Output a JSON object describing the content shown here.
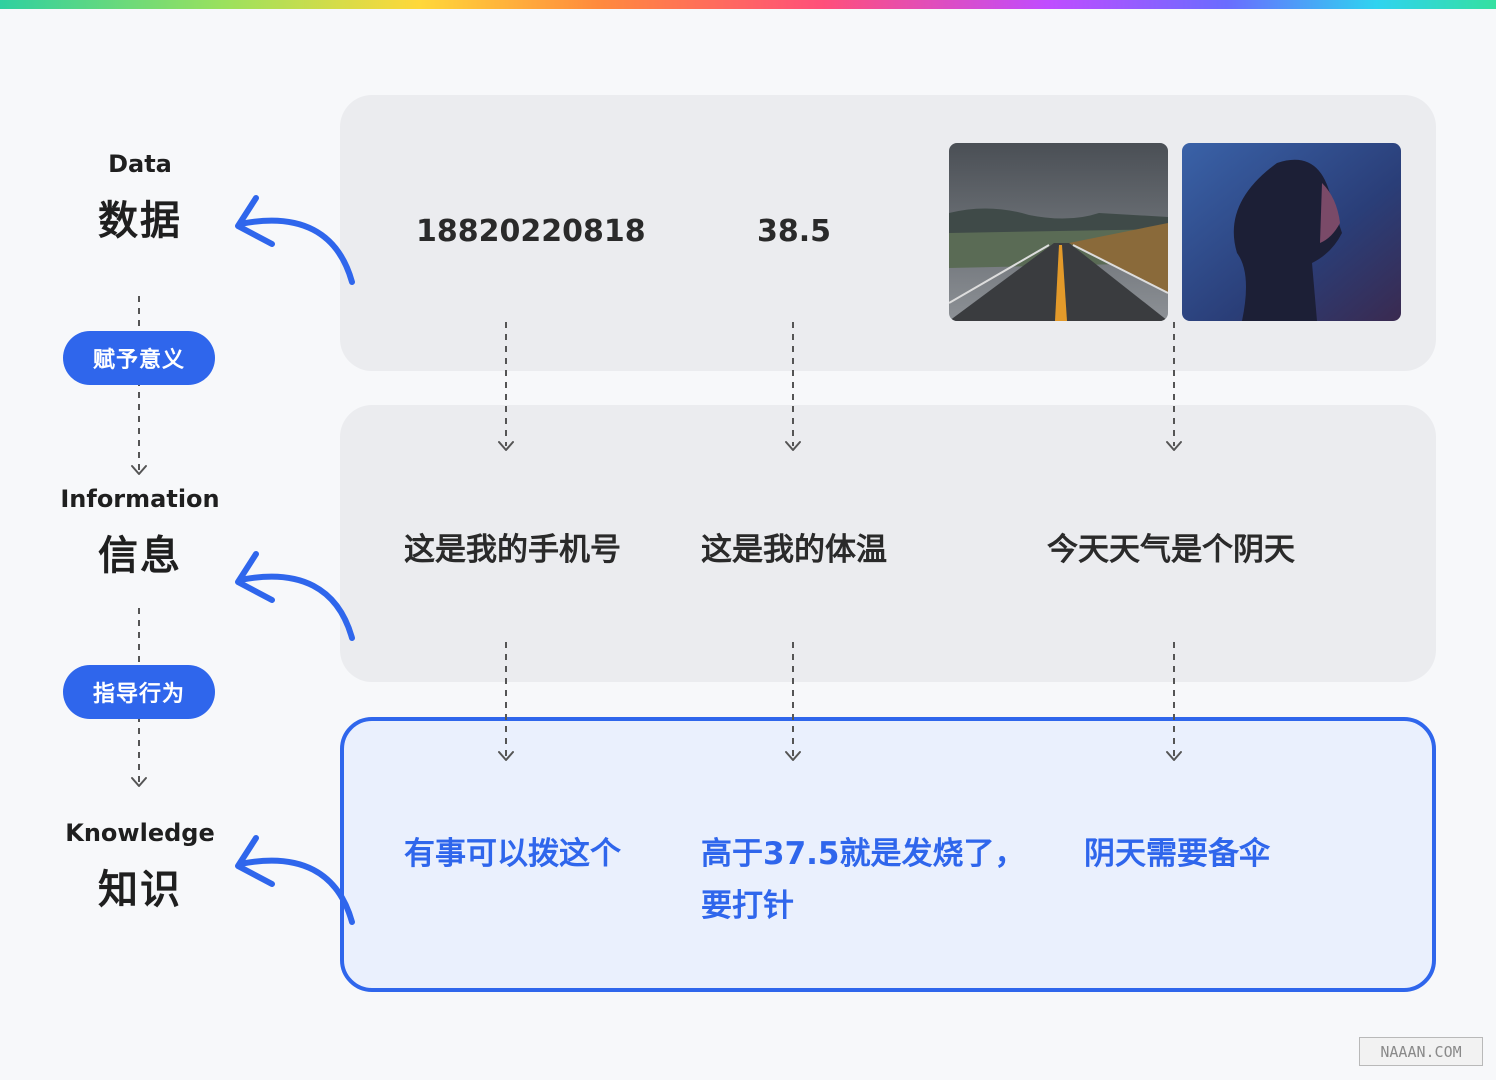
{
  "levels": {
    "data": {
      "en": "Data",
      "zh": "数据"
    },
    "information": {
      "en": "Information",
      "zh": "信息"
    },
    "knowledge": {
      "en": "Knowledge",
      "zh": "知识"
    }
  },
  "transitions": {
    "give_meaning": "赋予意义",
    "guide_behavior": "指导行为"
  },
  "data_row": {
    "phone": "18820220818",
    "temperature": "38.5"
  },
  "info_row": {
    "phone": "这是我的手机号",
    "temperature": "这是我的体温",
    "weather": "今天天气是个阴天"
  },
  "knowledge_row": {
    "phone": "有事可以拨这个",
    "temperature_line1": "高于37.5就是发烧了，",
    "temperature_line2": "要打针",
    "weather": "阴天需要备伞"
  },
  "watermark": "NAAAN.COM",
  "colors": {
    "accent": "#2f66ec",
    "panel": "#ebecef",
    "knowledge_panel": "#eaf0fd"
  }
}
